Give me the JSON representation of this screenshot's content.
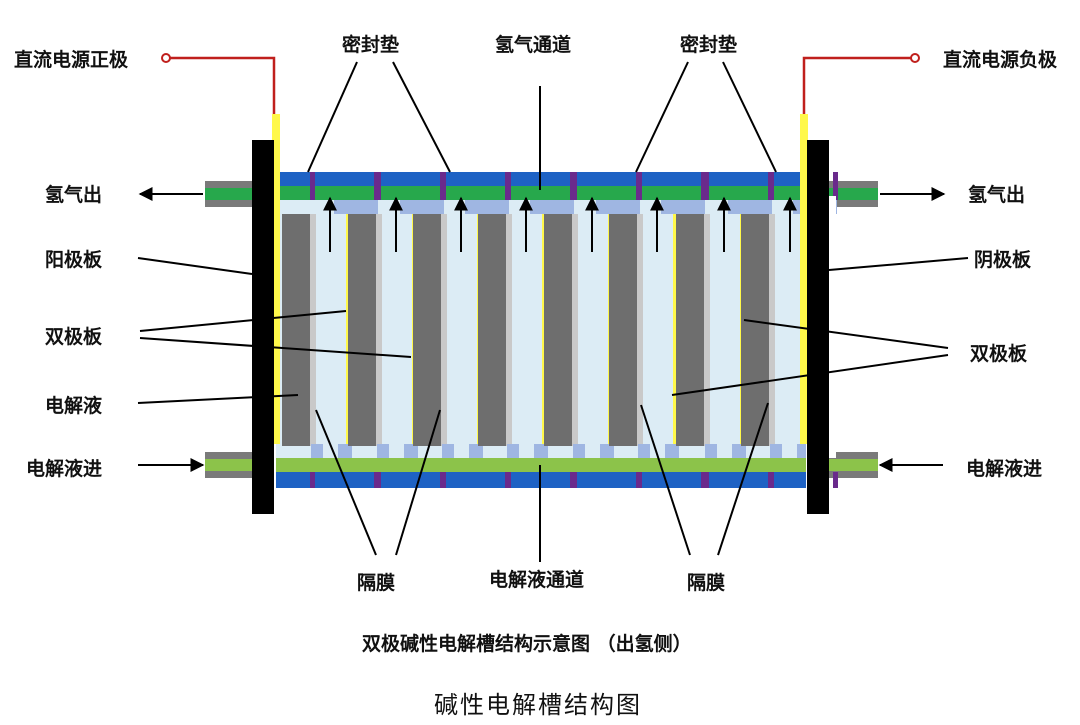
{
  "labels": {
    "positive_terminal": "直流电源正极",
    "negative_terminal": "直流电源负极",
    "gasket_left": "密封垫",
    "gasket_right": "密封垫",
    "hydrogen_channel": "氢气通道",
    "hydrogen_out_left": "氢气出",
    "hydrogen_out_right": "氢气出",
    "anode_plate": "阳极板",
    "cathode_plate": "阴极板",
    "bipolar_left": "双极板",
    "bipolar_right": "双极板",
    "electrolyte": "电解液",
    "electrolyte_in_left": "电解液进",
    "electrolyte_in_right": "电解液进",
    "diaphragm_left": "隔膜",
    "diaphragm_right": "隔膜",
    "electrolyte_channel": "电解液通道"
  },
  "title": "双极碱性电解槽结构示意图 （出氢侧）",
  "caption": "碱性电解槽结构图",
  "colors": {
    "end_plate": "#000000",
    "bipolar_plate": "#6e6e6e",
    "electrolyte": "#dcecf5",
    "electrode": "#fff84a",
    "channel": "#8cc34a",
    "gas_green": "#27a84c",
    "frame_blue": "#1e62c4",
    "gasket_purple": "#6a2a8c",
    "spacer_blue": "#9fb6e2",
    "terminal_wire": "#c0201d",
    "pipe_gray": "#7a7a7a"
  }
}
